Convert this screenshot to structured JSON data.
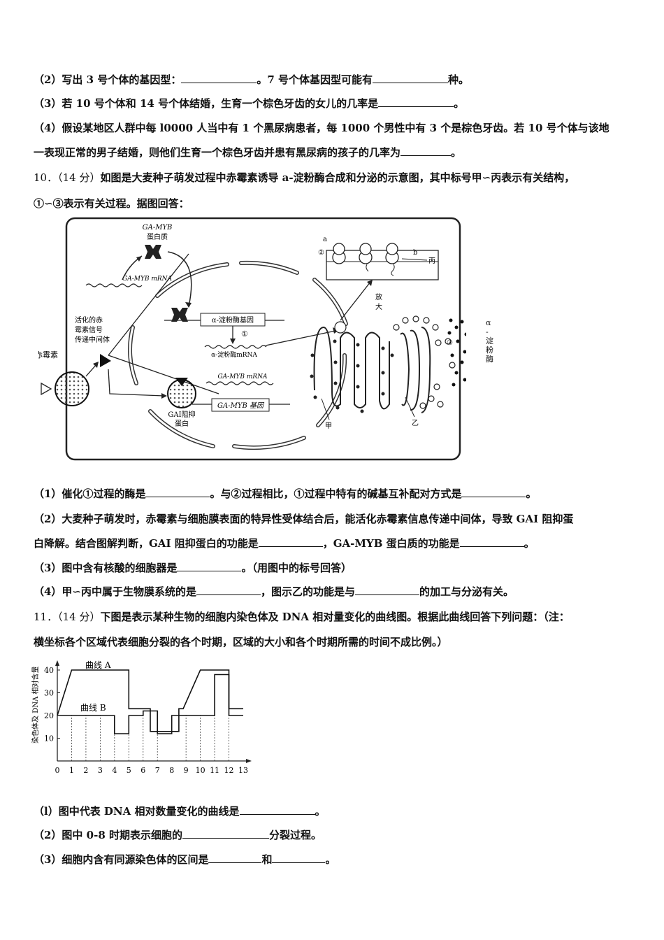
{
  "q9": {
    "p2a": "（2）写出 3 号个体的基因型：",
    "p2b": "。7 号个体基因型可能有",
    "p2c": "种。",
    "p3a": "（3）若 10 号个体和 14 号个体结婚，生育一个棕色牙齿的女儿的几率是",
    "p3b": "。",
    "p4a": "（4）假设某地区人群中每 l0000 人当中有 1 个黑尿病患者，每 1000 个男性中有 3 个是棕色牙齿。若 10 号个体与该地",
    "p4b": "一表现正常的男子结婚，则他们生育一个棕色牙齿并患有黑尿病的孩子的几率为",
    "p4c": "。"
  },
  "q10": {
    "num": "10．（14 分）",
    "stem1": "如图是大麦种子萌发过程中赤霉素诱导 a-淀粉酶合成和分泌的示意图，其中标号甲∽丙表示有关结构，",
    "stem2": "①∽③表示有关过程。据图回答：",
    "fig": {
      "ga_myb_protein": "GA-MYB",
      "protein_word": "蛋白质",
      "ga_myb_mrna": "GA-MYB mRNA",
      "activated_1": "活化的赤",
      "activated_2": "霉素信号",
      "activated_3": "传递中间体",
      "gibberellin": "赤霉素",
      "amylase_gene": "α-淀粉酶基因",
      "circle1": "①",
      "amylase_mrna": "α-淀粉酶mRNA",
      "ga_myb_mrna2": "GA-MYB mRNA",
      "gai_1": "GAI阻抑",
      "gai_2": "蛋白",
      "ga_myb_gene": "GA-MYB 基因",
      "label_a": "a",
      "label_b": "b",
      "circle2": "②",
      "label_bing": "丙",
      "magnify_1": "放",
      "magnify_2": "大",
      "circle3": "③",
      "enzyme_1": "α",
      "enzyme_2": "-",
      "enzyme_3": "淀",
      "enzyme_4": "粉",
      "enzyme_5": "酶",
      "label_jia": "甲",
      "label_yi": "乙"
    },
    "p1a": "（1）催化①过程的酶是",
    "p1b": "。与②过程相比，①过程中特有的碱基互补配对方式是",
    "p1c": "。",
    "p2a": "（2）大麦种子萌发时，赤霉素与细胞膜表面的特异性受体结合后，能活化赤霉素信息传递中间体，导致 GAI 阻抑蛋",
    "p2b": "白降解。结合图解判断，GAI 阻抑蛋白的功能是",
    "p2c": "，GA-MYB 蛋白质的功能是",
    "p2d": "。",
    "p3a": "（3）图中含有核酸的细胞器是",
    "p3b": "。（用图中的标号回答）",
    "p4a": "（4）甲∽丙中属于生物膜系统的是",
    "p4b": "，图示乙的功能是与",
    "p4c": "的加工与分泌有关。"
  },
  "q11": {
    "num": "11．（14 分）",
    "stem1": "下图是表示某种生物的细胞内染色体及 DNA 相对量变化的曲线图。根据此曲线回答下列问题：（注：",
    "stem2": "横坐标各个区域代表细胞分裂的各个时期，区域的大小和各个时期所需的时间不成比例。）",
    "p1a": "（l）图中代表 DNA 相对数量变化的曲线是",
    "p1b": "。",
    "p2a": "（2）图中 0-8 时期表示细胞的",
    "p2b": "分裂过程。",
    "p3a": "（3）细胞内含有同源染色体的区间是",
    "p3b": "和",
    "p3c": "。"
  },
  "chart_data": {
    "type": "line",
    "ylabel": "染色体及 DNA 相对含量",
    "x_ticks": [
      "0",
      "1",
      "2",
      "3",
      "4",
      "5",
      "6",
      "7",
      "8",
      "9",
      "10",
      "11",
      "12",
      "13"
    ],
    "y_ticks": [
      "10",
      "20",
      "30",
      "40"
    ],
    "ylim": [
      0,
      40
    ],
    "series": [
      {
        "name": "曲线 A",
        "points": [
          [
            0,
            20
          ],
          [
            1,
            40
          ],
          [
            5,
            40
          ],
          [
            5,
            23
          ],
          [
            6.5,
            23
          ],
          [
            6.5,
            13
          ],
          [
            8.5,
            13
          ],
          [
            8.5,
            23
          ],
          [
            8.8,
            23
          ],
          [
            10,
            40
          ],
          [
            12,
            40
          ],
          [
            12,
            23
          ],
          [
            13,
            23
          ]
        ]
      },
      {
        "name": "曲线 B",
        "points": [
          [
            0,
            20
          ],
          [
            4,
            20
          ],
          [
            4,
            12
          ],
          [
            5,
            12
          ],
          [
            5,
            20
          ],
          [
            6,
            20
          ],
          [
            6,
            22
          ],
          [
            7,
            22
          ],
          [
            7,
            12
          ],
          [
            8,
            12
          ],
          [
            8,
            20
          ],
          [
            11,
            20
          ],
          [
            11,
            38
          ],
          [
            12,
            38
          ],
          [
            12,
            20
          ],
          [
            13,
            20
          ]
        ]
      }
    ],
    "curve_a_label": "曲线 A",
    "curve_b_label": "曲线 B"
  }
}
